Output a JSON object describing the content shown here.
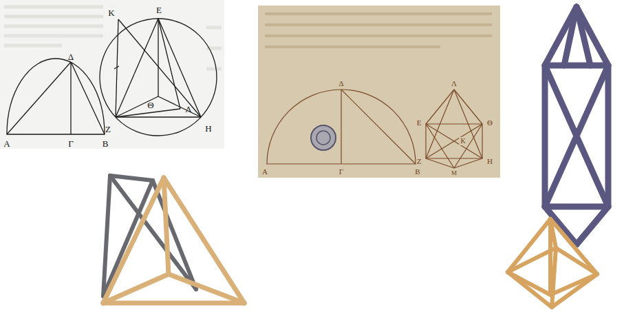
{
  "diagram": {
    "labels": [
      "Δ",
      "A",
      "Γ",
      "B",
      "K",
      "E",
      "Θ",
      "Λ",
      "Z",
      "H",
      "Δ",
      "A",
      "Γ",
      "B",
      "Λ",
      "E",
      "Θ",
      "K",
      "Z",
      "H",
      "M"
    ]
  }
}
